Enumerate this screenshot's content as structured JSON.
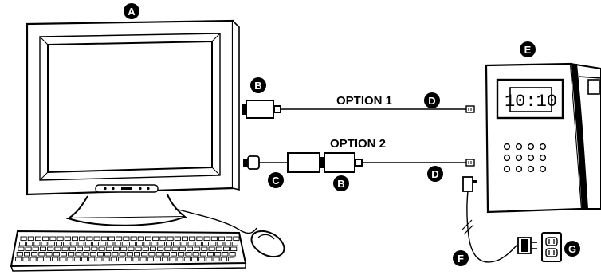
{
  "labels": {
    "computer": "A",
    "adapter_top": "B",
    "adapter_bottom": "B",
    "usb_adapter": "C",
    "cable_top": "D",
    "cable_bottom": "D",
    "time_clock": "E",
    "power_cord": "F",
    "outlet": "G"
  },
  "options": {
    "option1": "OPTION 1",
    "option2": "OPTION 2"
  },
  "clock": {
    "display": "10:10"
  }
}
